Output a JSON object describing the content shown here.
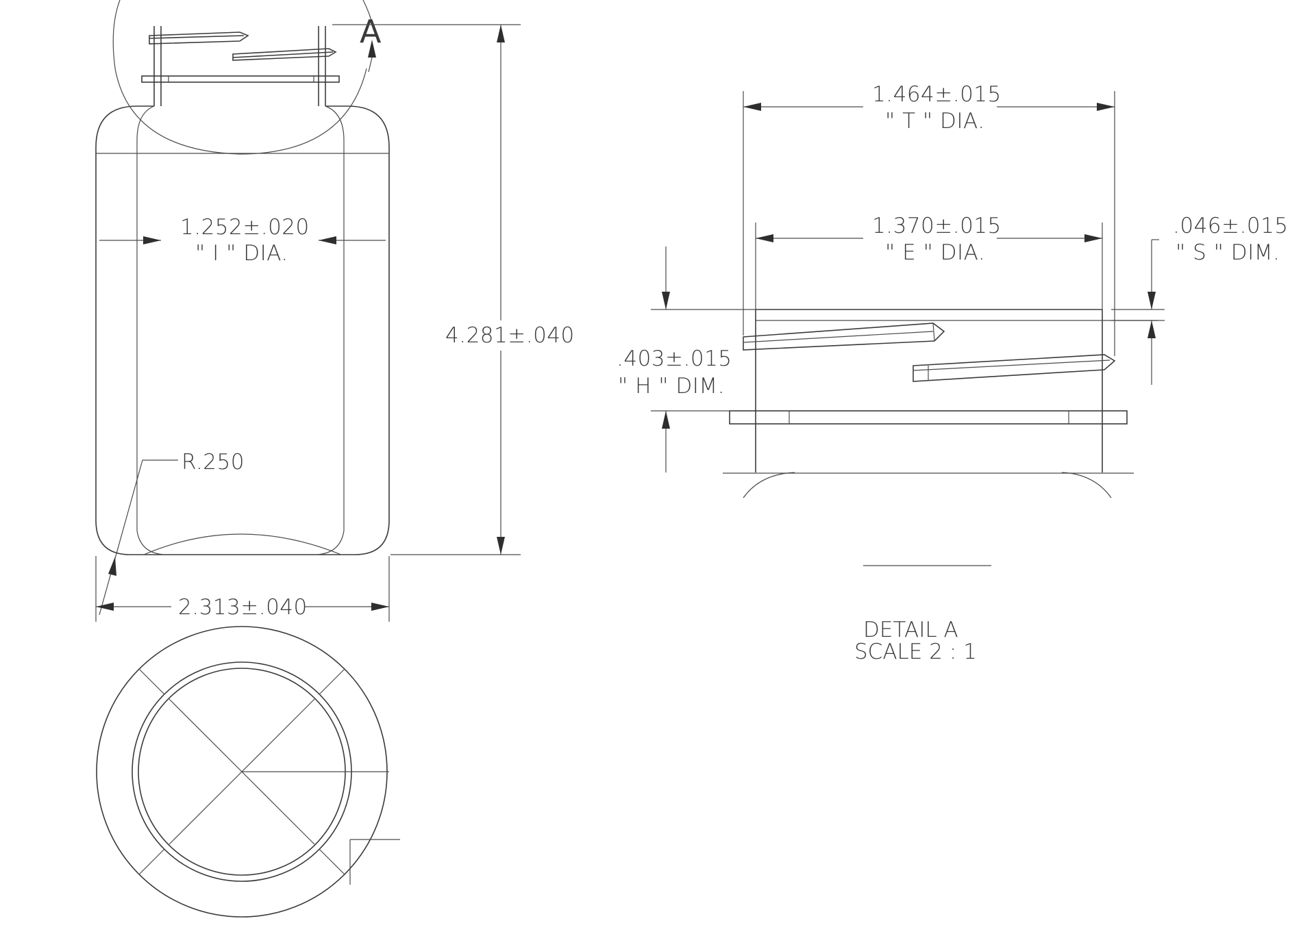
{
  "detail_marker": "A",
  "main_view": {
    "overall_height": "4.281±.040",
    "inner_diameter": {
      "value": "1.252±.020",
      "label": "\" I \" DIA."
    },
    "corner_radius": "R.250",
    "overall_width": "2.313±.040"
  },
  "detail_view": {
    "t_diameter": {
      "value": "1.464±.015",
      "label": "\" T \" DIA."
    },
    "e_diameter": {
      "value": "1.370±.015",
      "label": "\" E \" DIA."
    },
    "s_dimension": {
      "value": ".046±.015",
      "label": "\" S \" DIM."
    },
    "h_dimension": {
      "value": ".403±.015",
      "label": "\" H \" DIM."
    },
    "title": "DETAIL A",
    "scale": "SCALE 2 : 1"
  }
}
